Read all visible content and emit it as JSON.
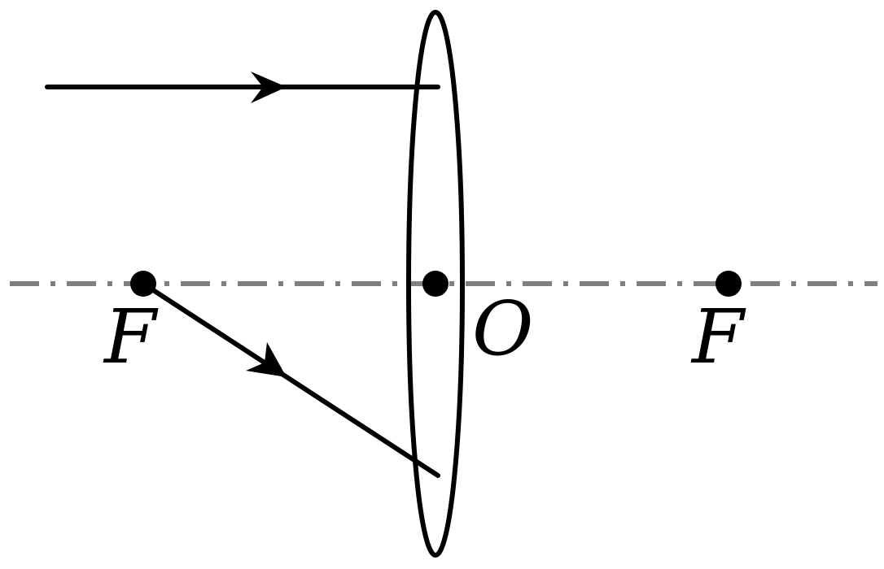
{
  "diagram": {
    "labels": {
      "left_focus": "F",
      "center": "O",
      "right_focus": "F"
    },
    "colors": {
      "ink": "#000000",
      "axis": "#808080",
      "background": "#ffffff"
    }
  }
}
